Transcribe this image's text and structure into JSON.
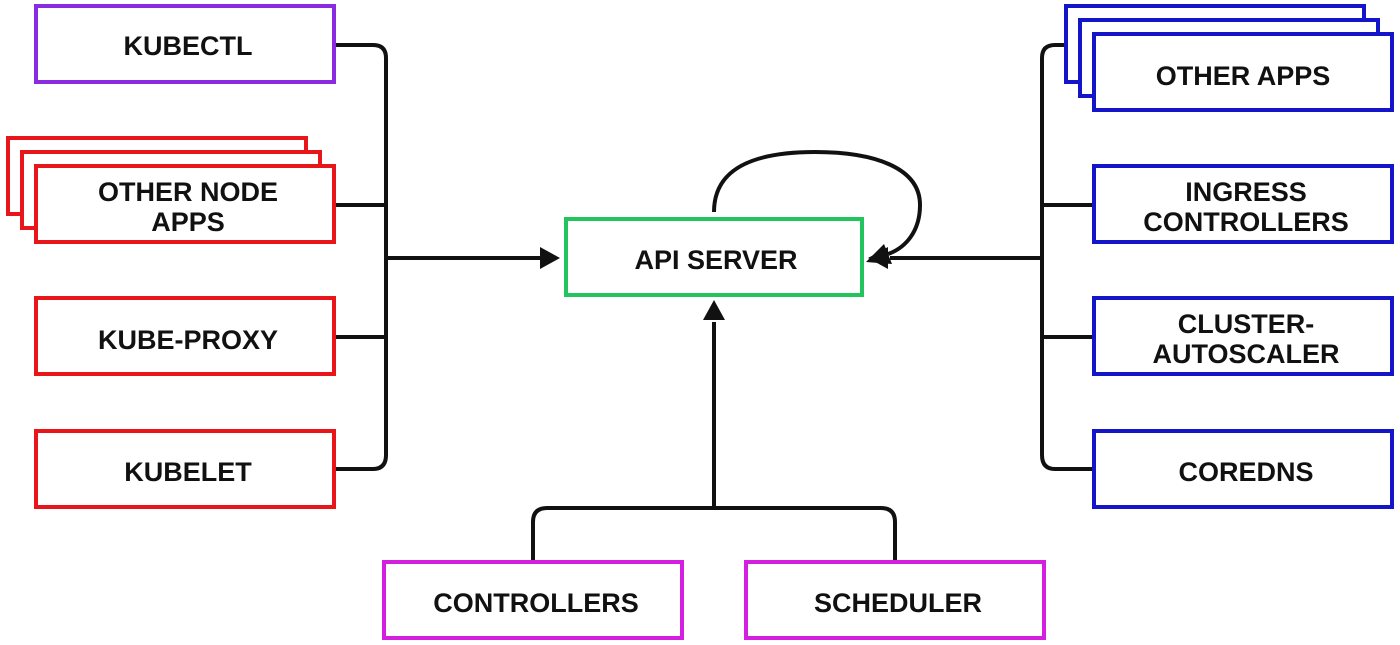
{
  "colors": {
    "purple": "#8a2be2",
    "red": "#e8151b",
    "green": "#22c45e",
    "blue": "#1414c8",
    "magenta": "#d51fe0",
    "line": "#111111"
  },
  "nodes": {
    "kubectl": "KUBECTL",
    "other_node_apps_1": "OTHER NODE",
    "other_node_apps_2": "APPS",
    "kube_proxy": "KUBE-PROXY",
    "kubelet": "KUBELET",
    "api_server": "API SERVER",
    "other_apps": "OTHER APPS",
    "ingress_1": "INGRESS",
    "ingress_2": "CONTROLLERS",
    "autoscaler_1": "CLUSTER-",
    "autoscaler_2": "AUTOSCALER",
    "coredns": "COREDNS",
    "controllers": "CONTROLLERS",
    "scheduler": "SCHEDULER"
  }
}
